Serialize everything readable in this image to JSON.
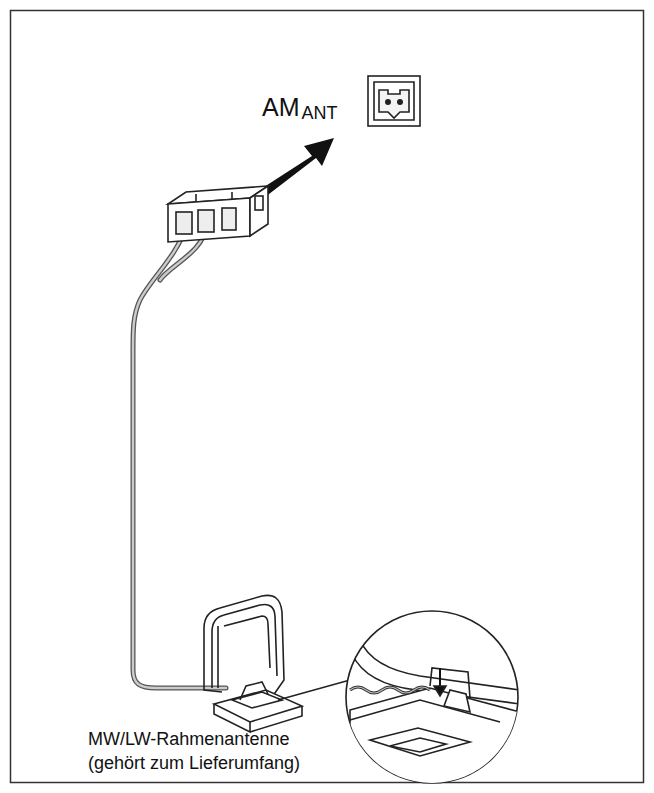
{
  "diagram": {
    "labels": [
      "AM",
      "ANT",
      "MW/LW-Rahmenantenne",
      "(gehört zum Lieferumfang)"
    ]
  }
}
